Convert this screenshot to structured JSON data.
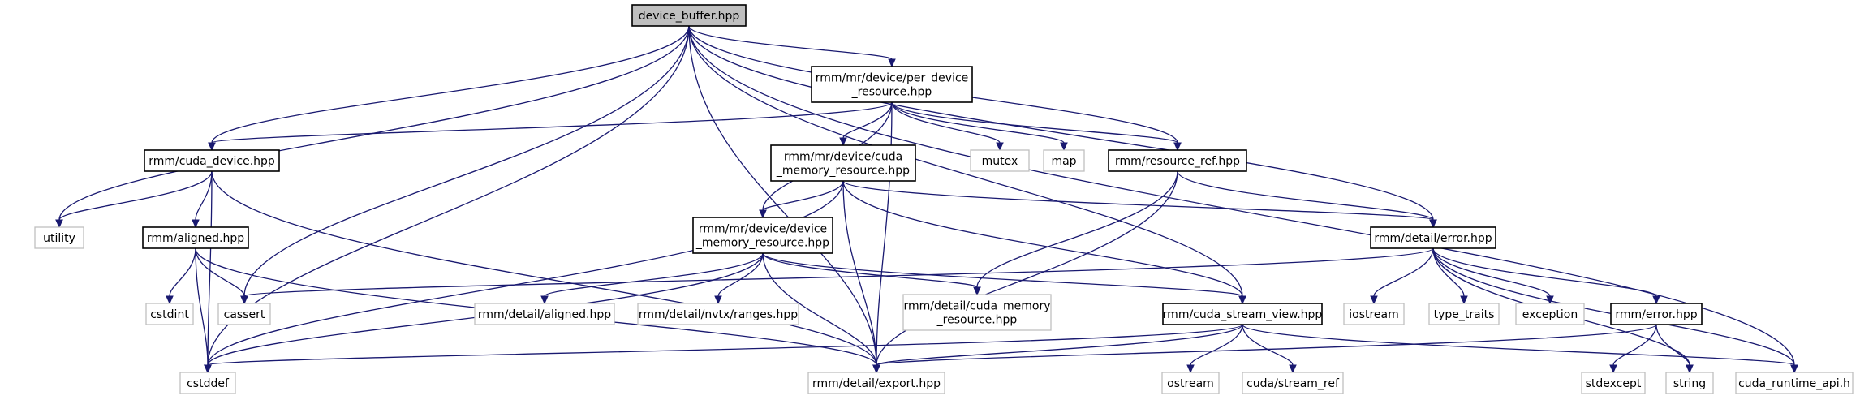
{
  "diagram": {
    "nodes": [
      {
        "id": "device_buffer",
        "lines": [
          "device_buffer.hpp"
        ],
        "kind": "root"
      },
      {
        "id": "per_device",
        "lines": [
          "rmm/mr/device/per_device",
          "_resource.hpp"
        ],
        "kind": "proj"
      },
      {
        "id": "cuda_device",
        "lines": [
          "rmm/cuda_device.hpp"
        ],
        "kind": "proj"
      },
      {
        "id": "cuda_mem_res",
        "lines": [
          "rmm/mr/device/cuda",
          "_memory_resource.hpp"
        ],
        "kind": "proj"
      },
      {
        "id": "mutex",
        "lines": [
          "mutex"
        ],
        "kind": "std"
      },
      {
        "id": "map",
        "lines": [
          "map"
        ],
        "kind": "std"
      },
      {
        "id": "resource_ref",
        "lines": [
          "rmm/resource_ref.hpp"
        ],
        "kind": "proj"
      },
      {
        "id": "utility",
        "lines": [
          "utility"
        ],
        "kind": "std"
      },
      {
        "id": "aligned",
        "lines": [
          "rmm/aligned.hpp"
        ],
        "kind": "proj"
      },
      {
        "id": "device_mem_res",
        "lines": [
          "rmm/mr/device/device",
          "_memory_resource.hpp"
        ],
        "kind": "proj"
      },
      {
        "id": "error_detail",
        "lines": [
          "rmm/detail/error.hpp"
        ],
        "kind": "proj"
      },
      {
        "id": "cstdint",
        "lines": [
          "cstdint"
        ],
        "kind": "std"
      },
      {
        "id": "cassert",
        "lines": [
          "cassert"
        ],
        "kind": "std"
      },
      {
        "id": "detail_aligned",
        "lines": [
          "rmm/detail/aligned.hpp"
        ],
        "kind": "std"
      },
      {
        "id": "nvtx_ranges",
        "lines": [
          "rmm/detail/nvtx/ranges.hpp"
        ],
        "kind": "std"
      },
      {
        "id": "detail_cuda_mem",
        "lines": [
          "rmm/detail/cuda_memory",
          "_resource.hpp"
        ],
        "kind": "std"
      },
      {
        "id": "cuda_stream_view",
        "lines": [
          "rmm/cuda_stream_view.hpp"
        ],
        "kind": "proj"
      },
      {
        "id": "iostream",
        "lines": [
          "iostream"
        ],
        "kind": "std"
      },
      {
        "id": "type_traits",
        "lines": [
          "type_traits"
        ],
        "kind": "std"
      },
      {
        "id": "exception",
        "lines": [
          "exception"
        ],
        "kind": "std"
      },
      {
        "id": "rmm_error",
        "lines": [
          "rmm/error.hpp"
        ],
        "kind": "proj"
      },
      {
        "id": "cstddef",
        "lines": [
          "cstddef"
        ],
        "kind": "std"
      },
      {
        "id": "export",
        "lines": [
          "rmm/detail/export.hpp"
        ],
        "kind": "std"
      },
      {
        "id": "ostream",
        "lines": [
          "ostream"
        ],
        "kind": "std"
      },
      {
        "id": "stream_ref",
        "lines": [
          "cuda/stream_ref"
        ],
        "kind": "std"
      },
      {
        "id": "stdexcept",
        "lines": [
          "stdexcept"
        ],
        "kind": "std"
      },
      {
        "id": "string",
        "lines": [
          "string"
        ],
        "kind": "std"
      },
      {
        "id": "cuda_runtime",
        "lines": [
          "cuda_runtime_api.h"
        ],
        "kind": "std"
      }
    ],
    "edges": [
      [
        "device_buffer",
        "per_device"
      ],
      [
        "device_buffer",
        "cuda_device"
      ],
      [
        "device_buffer",
        "utility"
      ],
      [
        "device_buffer",
        "cassert"
      ],
      [
        "device_buffer",
        "cstddef"
      ],
      [
        "device_buffer",
        "export"
      ],
      [
        "device_buffer",
        "resource_ref"
      ],
      [
        "device_buffer",
        "cuda_stream_view"
      ],
      [
        "device_buffer",
        "error_detail"
      ],
      [
        "device_buffer",
        "cuda_runtime"
      ],
      [
        "per_device",
        "cuda_device"
      ],
      [
        "per_device",
        "cuda_mem_res"
      ],
      [
        "per_device",
        "device_mem_res"
      ],
      [
        "per_device",
        "mutex"
      ],
      [
        "per_device",
        "map"
      ],
      [
        "per_device",
        "resource_ref"
      ],
      [
        "per_device",
        "export"
      ],
      [
        "cuda_device",
        "utility"
      ],
      [
        "cuda_device",
        "aligned"
      ],
      [
        "cuda_device",
        "cstddef"
      ],
      [
        "cuda_device",
        "export"
      ],
      [
        "cuda_mem_res",
        "device_mem_res"
      ],
      [
        "cuda_mem_res",
        "error_detail"
      ],
      [
        "cuda_mem_res",
        "cuda_stream_view"
      ],
      [
        "cuda_mem_res",
        "cstddef"
      ],
      [
        "cuda_mem_res",
        "export"
      ],
      [
        "resource_ref",
        "error_detail"
      ],
      [
        "resource_ref",
        "detail_cuda_mem"
      ],
      [
        "resource_ref",
        "export"
      ],
      [
        "aligned",
        "cstdint"
      ],
      [
        "aligned",
        "cassert"
      ],
      [
        "aligned",
        "cstddef"
      ],
      [
        "aligned",
        "export"
      ],
      [
        "device_mem_res",
        "detail_aligned"
      ],
      [
        "device_mem_res",
        "nvtx_ranges"
      ],
      [
        "device_mem_res",
        "detail_cuda_mem"
      ],
      [
        "device_mem_res",
        "cuda_stream_view"
      ],
      [
        "device_mem_res",
        "cstddef"
      ],
      [
        "device_mem_res",
        "export"
      ],
      [
        "error_detail",
        "cassert"
      ],
      [
        "error_detail",
        "iostream"
      ],
      [
        "error_detail",
        "type_traits"
      ],
      [
        "error_detail",
        "exception"
      ],
      [
        "error_detail",
        "rmm_error"
      ],
      [
        "error_detail",
        "string"
      ],
      [
        "error_detail",
        "cuda_runtime"
      ],
      [
        "cuda_stream_view",
        "cstddef"
      ],
      [
        "cuda_stream_view",
        "export"
      ],
      [
        "cuda_stream_view",
        "ostream"
      ],
      [
        "cuda_stream_view",
        "stream_ref"
      ],
      [
        "cuda_stream_view",
        "cuda_runtime"
      ],
      [
        "rmm_error",
        "export"
      ],
      [
        "rmm_error",
        "stdexcept"
      ],
      [
        "rmm_error",
        "string"
      ]
    ]
  }
}
